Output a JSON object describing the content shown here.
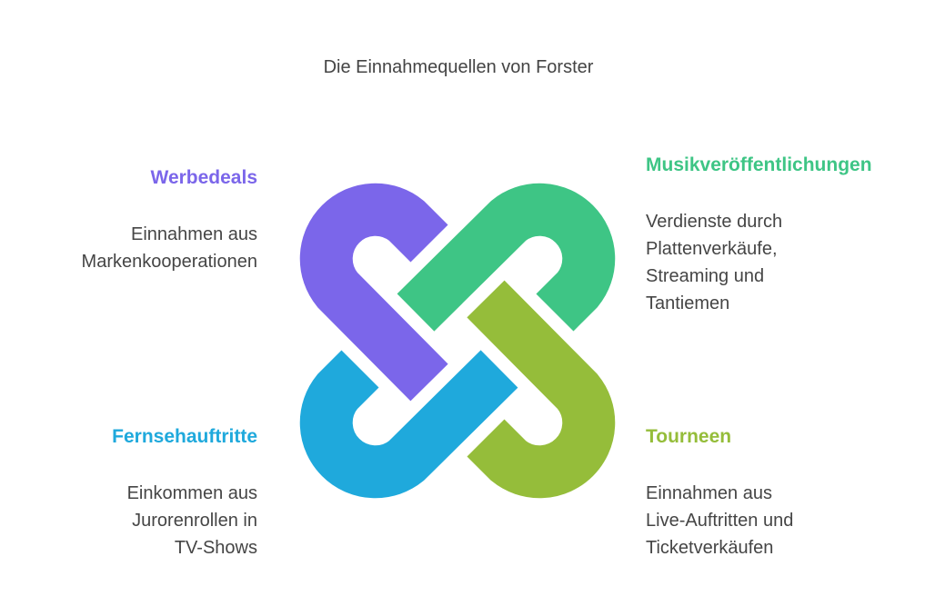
{
  "title": "Die Einnahmequellen von Forster",
  "items": [
    {
      "heading": "Werbedeals",
      "text": "Einnahmen aus\nMarkenkooperationen",
      "color": "#7B66EA"
    },
    {
      "heading": "Musikveröffentlichungen",
      "text": "Verdienste durch\nPlattenverkäufe,\nStreaming und\nTantiemen",
      "color": "#3EC585"
    },
    {
      "heading": "Fernsehauftritte",
      "text": "Einkommen aus\nJurorenrollen in\nTV-Shows",
      "color": "#1FA9DC"
    },
    {
      "heading": "Tourneen",
      "text": "Einnahmen aus\nLive-Auftritten und\nTicketverkäufen",
      "color": "#95BD3A"
    }
  ]
}
